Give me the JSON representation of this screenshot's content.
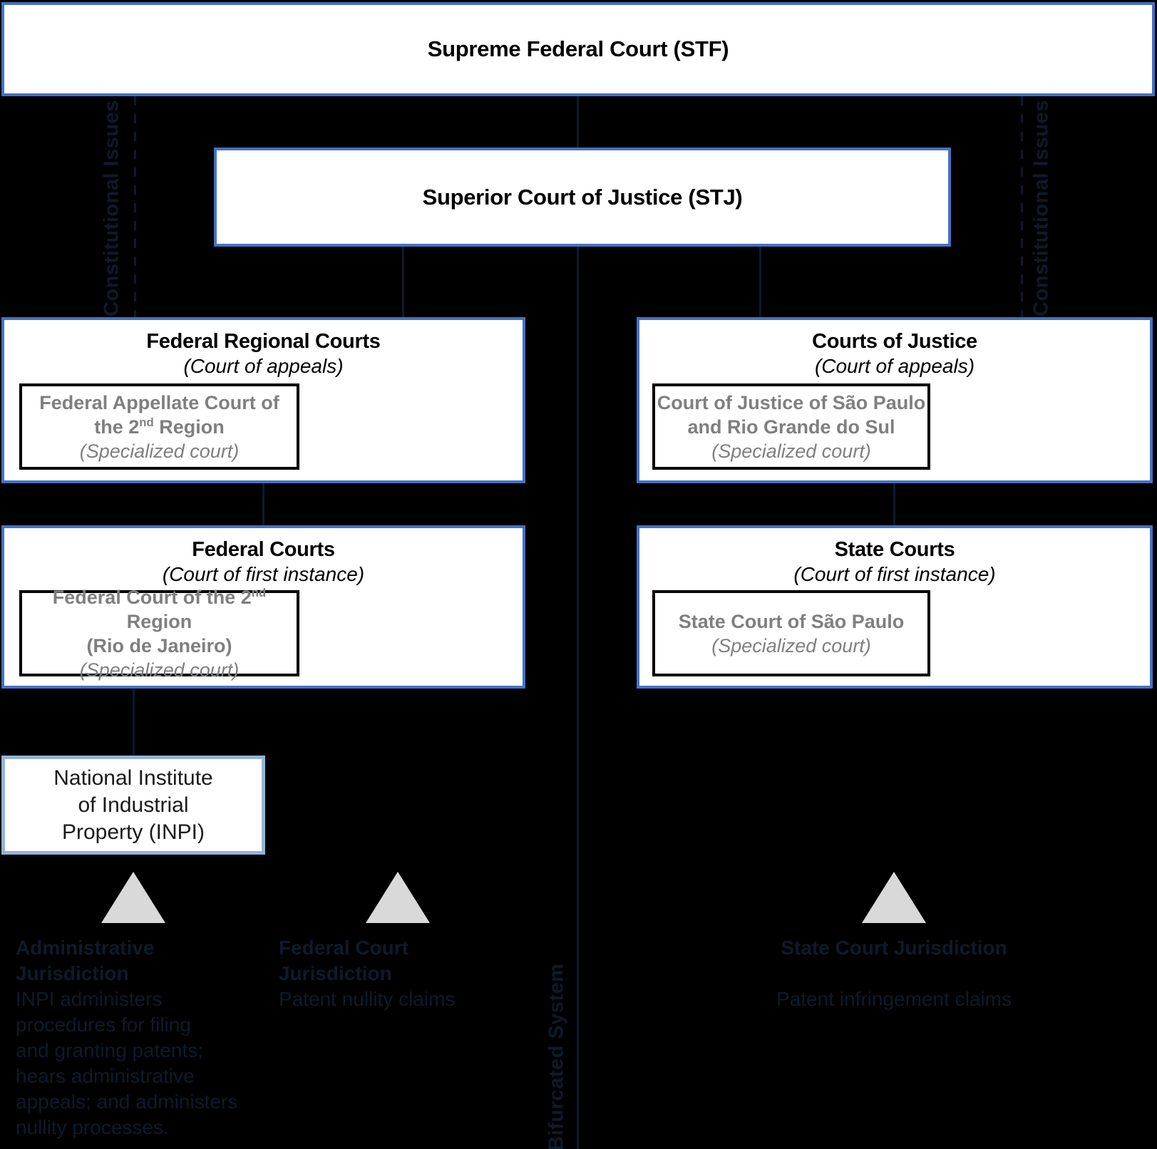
{
  "palette": {
    "background": "#000000",
    "court_border_blue": "#4472c4",
    "inpi_border_blue": "#95b3d7",
    "box_background": "#ffffff",
    "inner_box_border": "#000000",
    "inner_box_text_gray": "#7f7f7f",
    "ink_dark_navy": "#0d1b2a",
    "triangle_gray": "#d9d9d9"
  },
  "nodes": {
    "stf": {
      "label": "Supreme Federal Court (STF)"
    },
    "stj": {
      "label": "Superior Court of Justice (STJ)"
    },
    "federal_regional": {
      "title": "Federal Regional Courts",
      "subtitle": "(Court of appeals)",
      "inner": {
        "line1": "Federal Appellate Court of",
        "line2_pre": "the 2",
        "line2_sup": "nd",
        "line2_post": " Region",
        "line3": "(Specialized court)"
      }
    },
    "courts_of_justice": {
      "title": "Courts of Justice",
      "subtitle": "(Court of appeals)",
      "inner": {
        "line1": "Court of Justice of São Paulo",
        "line2": "and Rio Grande do Sul",
        "line3": "(Specialized court)"
      }
    },
    "federal_courts": {
      "title": "Federal Courts",
      "subtitle": "(Court of first instance)",
      "inner": {
        "line1_pre": "Federal Court of the 2",
        "line1_sup": "nd",
        "line1_post": " Region",
        "line2": "(Rio de Janeiro)",
        "line3": "(Specialized court)"
      }
    },
    "state_courts": {
      "title": "State Courts",
      "subtitle": "(Court of first instance)",
      "inner": {
        "line1": "State Court of São Paulo",
        "line2": "(Specialized court)"
      }
    },
    "inpi": {
      "line1": "National Institute",
      "line2": "of Industrial",
      "line3": "Property (INPI)"
    }
  },
  "side_labels": {
    "constitutional_left": "Constitutional Issues",
    "constitutional_right": "Constitutional Issues",
    "bifurcated": "Bifurcated System"
  },
  "jurisdictions": {
    "administrative": {
      "title_line1": "Administrative",
      "title_line2": "Jurisdiction",
      "body_lines": [
        "INPI administers",
        "procedures for filing",
        "and granting patents;",
        "hears administrative",
        "appeals; and administers",
        "nullity processes."
      ]
    },
    "federal": {
      "title_line1": "Federal Court",
      "title_line2": "Jurisdiction",
      "body": "Patent nullity claims"
    },
    "state": {
      "title": "State Court Jurisdiction",
      "body": "Patent infringement claims"
    }
  }
}
